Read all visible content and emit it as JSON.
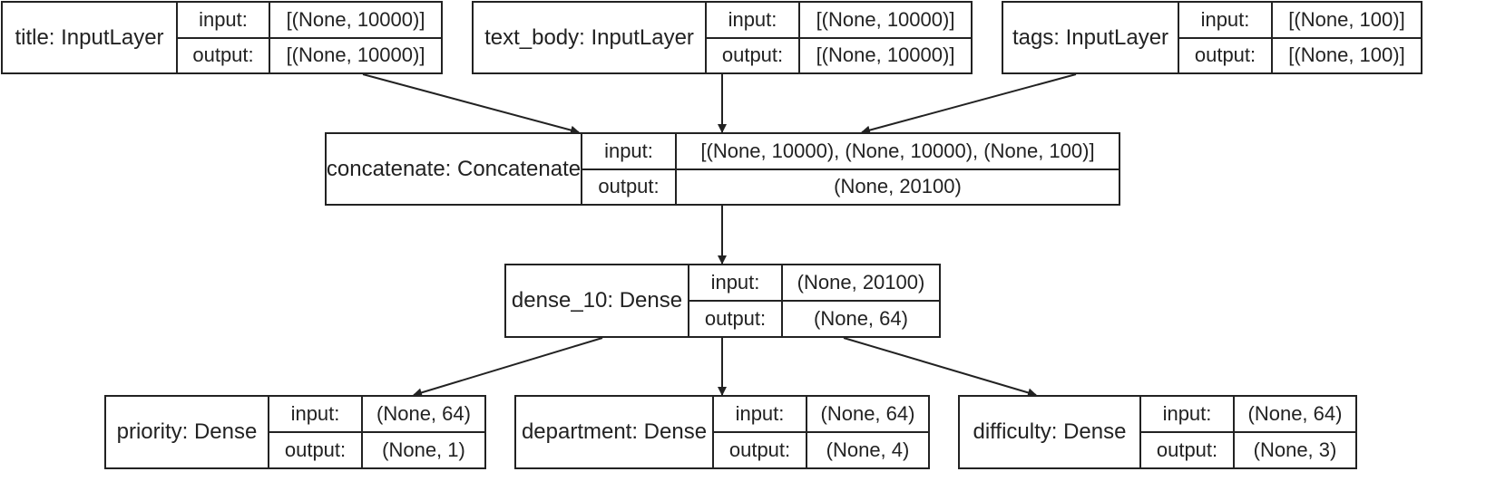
{
  "nodes": [
    {
      "id": "title",
      "name": "title: InputLayer",
      "input_label": "input:",
      "output_label": "output:",
      "input": "[(None, 10000)]",
      "output": "[(None, 10000)]"
    },
    {
      "id": "text_body",
      "name": "text_body: InputLayer",
      "input_label": "input:",
      "output_label": "output:",
      "input": "[(None, 10000)]",
      "output": "[(None, 10000)]"
    },
    {
      "id": "tags",
      "name": "tags: InputLayer",
      "input_label": "input:",
      "output_label": "output:",
      "input": "[(None, 100)]",
      "output": "[(None, 100)]"
    },
    {
      "id": "concatenate",
      "name": "concatenate: Concatenate",
      "input_label": "input:",
      "output_label": "output:",
      "input": "[(None, 10000), (None, 10000), (None, 100)]",
      "output": "(None, 20100)"
    },
    {
      "id": "dense_10",
      "name": "dense_10: Dense",
      "input_label": "input:",
      "output_label": "output:",
      "input": "(None, 20100)",
      "output": "(None, 64)"
    },
    {
      "id": "priority",
      "name": "priority: Dense",
      "input_label": "input:",
      "output_label": "output:",
      "input": "(None, 64)",
      "output": "(None, 1)"
    },
    {
      "id": "department",
      "name": "department: Dense",
      "input_label": "input:",
      "output_label": "output:",
      "input": "(None, 64)",
      "output": "(None, 4)"
    },
    {
      "id": "difficulty",
      "name": "difficulty: Dense",
      "input_label": "input:",
      "output_label": "output:",
      "input": "(None, 64)",
      "output": "(None, 3)"
    }
  ],
  "edges": [
    {
      "from": "title",
      "to": "concatenate"
    },
    {
      "from": "text_body",
      "to": "concatenate"
    },
    {
      "from": "tags",
      "to": "concatenate"
    },
    {
      "from": "concatenate",
      "to": "dense_10"
    },
    {
      "from": "dense_10",
      "to": "priority"
    },
    {
      "from": "dense_10",
      "to": "department"
    },
    {
      "from": "dense_10",
      "to": "difficulty"
    }
  ]
}
